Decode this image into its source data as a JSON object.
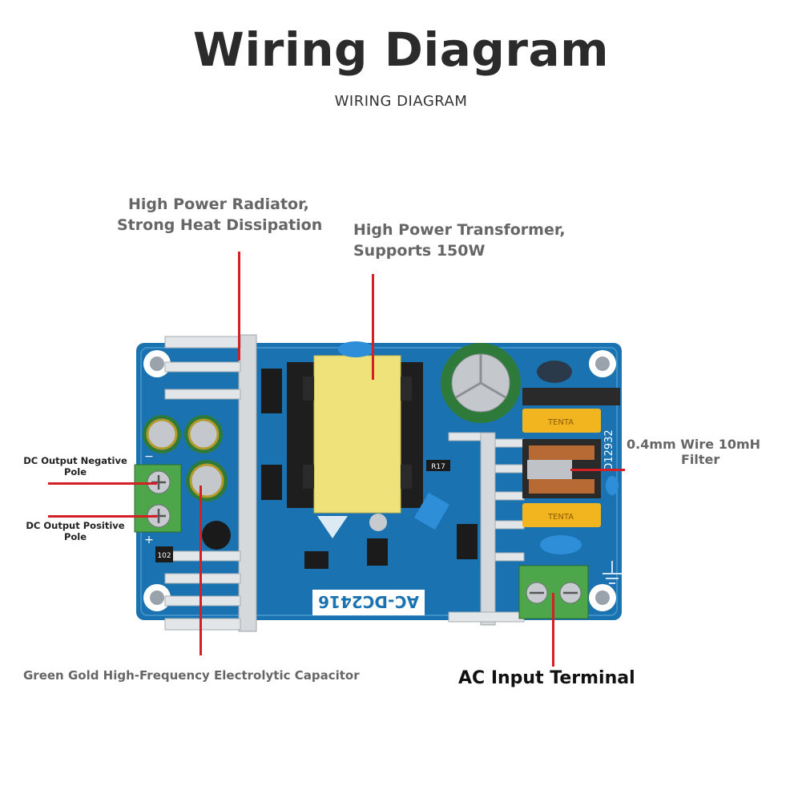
{
  "header": {
    "title": "Wiring Diagram",
    "subtitle": "WIRING DIAGRAM"
  },
  "labels": {
    "radiator_line1": "High Power Radiator,",
    "radiator_line2": "Strong Heat Dissipation",
    "transformer_line1": "High Power Transformer,",
    "transformer_line2": "Supports 150W",
    "filter_line1": "0.4mm Wire 10mH",
    "filter_line2": "Filter",
    "dc_negative_line1": "DC Output Negative",
    "dc_negative_line2": "Pole",
    "dc_positive_line1": "DC Output Positive",
    "dc_positive_line2": "Pole",
    "capacitor": "Green Gold High-Frequency Electrolytic Capacitor",
    "ac_input": "AC Input Terminal"
  },
  "board": {
    "model": "AC-DC2416",
    "part_code": "D12932",
    "x_cap_brand": "TENTA",
    "resistor_code": "R17",
    "smd_code": "102",
    "plus_sign": "+",
    "minus_sign": "−"
  },
  "colors": {
    "leader": "#d32027",
    "pcb": "#1a73b0",
    "heatsink": "#cfd3d6",
    "transformer": "#efe27a",
    "terminal": "#4ea64a",
    "x_cap": "#f2b41f",
    "y_cap": "#2f8ed8"
  }
}
